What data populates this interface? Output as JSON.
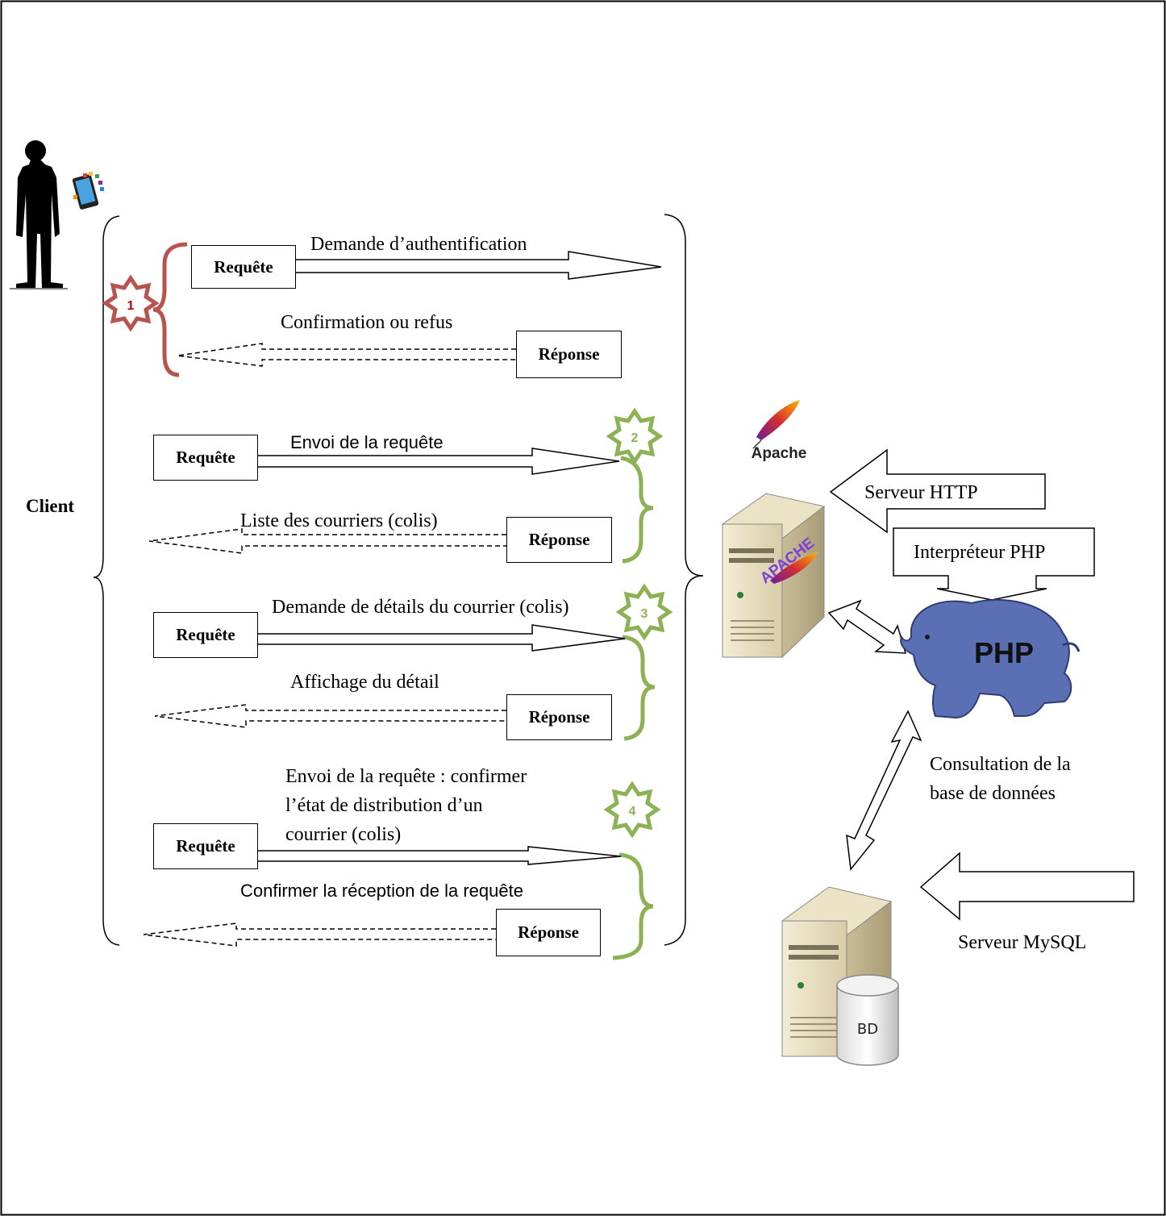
{
  "client": {
    "label": "Client"
  },
  "steps": [
    {
      "number": "1",
      "request_box": "Requête",
      "request_label": "Demande d’authentification",
      "response_label": "Confirmation ou refus",
      "response_box": "Réponse"
    },
    {
      "number": "2",
      "request_box": "Requête",
      "request_label": "Envoi de la requête",
      "response_label": "Liste des courriers (colis)",
      "response_box": "Réponse"
    },
    {
      "number": "3",
      "request_box": "Requête",
      "request_label": "Demande de détails du courrier (colis)",
      "response_label": "Affichage du détail",
      "response_box": "Réponse"
    },
    {
      "number": "4",
      "request_box": "Requête",
      "request_label_lines": [
        "Envoi de la requête : confirmer",
        "l’état de distribution d’un",
        "courrier (colis)"
      ],
      "response_label": "Confirmer la réception de la requête",
      "response_box": "Réponse"
    }
  ],
  "server": {
    "apache_logo": "Apache",
    "apache_tower_text": "APACHE",
    "http_label": "Serveur HTTP",
    "php_label": "Interpréteur PHP",
    "php_logo": "PHP",
    "db_lines": [
      "Consultation de la",
      "base de données"
    ],
    "mysql_label": "Serveur MySQL",
    "db_text": "BD"
  },
  "colors": {
    "step1": "#b85450",
    "step_other": "#8db255",
    "num1": "#c00000",
    "num_other": "#8db255"
  }
}
